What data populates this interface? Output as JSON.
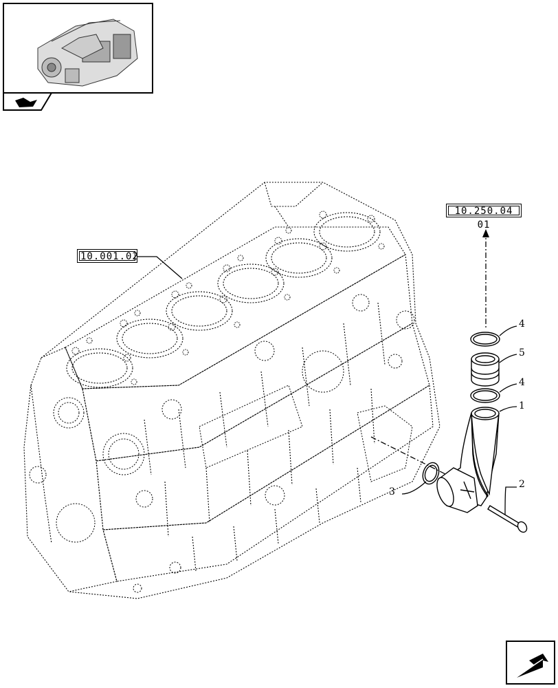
{
  "thumbnail": {
    "icon": "engine-thumbnail-icon",
    "tab_icon": "book-arrow-icon"
  },
  "references": {
    "block_ref": "10.001.02",
    "pipe_ref": "10.250.04 01"
  },
  "callouts": {
    "c1": "1",
    "c2": "2",
    "c3": "3",
    "c4a": "4",
    "c4b": "4",
    "c5": "5"
  },
  "navigation": {
    "next_icon": "next-page-arrow-icon"
  }
}
